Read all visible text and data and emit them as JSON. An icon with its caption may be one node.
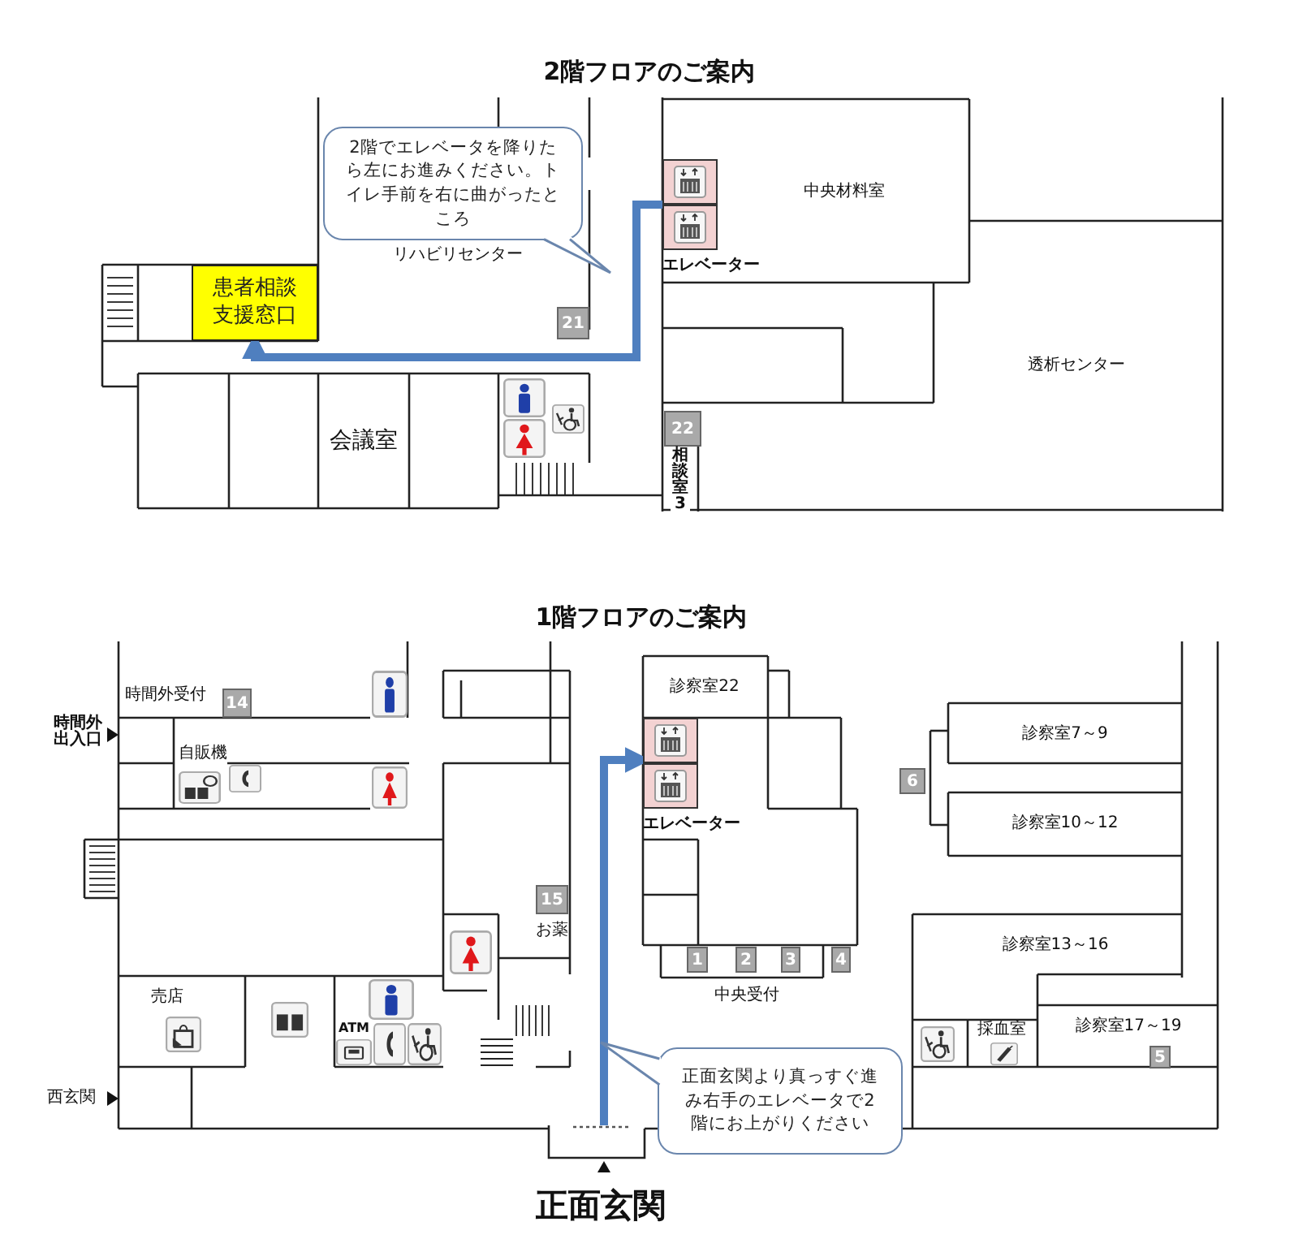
{
  "diagram": {
    "nodes": [
      {
        "text": [
          "2階でエレベータを降りたら左にお進みください。トイレ手前を右に曲がったところ"
        ]
      },
      {
        "text": [
          "エレベーター"
        ]
      },
      {
        "text": [
          "患者相談支援窓口"
        ]
      },
      {
        "text": [
          "エレベーター"
        ]
      },
      {
        "text": [
          "正面玄関より真っすぐ進み右手のエレベータで2階にお上がりください"
        ]
      },
      {
        "text": [
          "正面玄関"
        ]
      }
    ],
    "edges": [
      {
        "from": 1,
        "to": 2,
        "arrow": "to"
      },
      {
        "from": 5,
        "to": 3,
        "arrow": "to"
      }
    ],
    "labels": [
      "2階フロアのご案内",
      "中央材料室",
      "リハビリセンター",
      "21",
      "透析センター",
      "会議室",
      "22",
      "相談室3",
      "1階フロアのご案内",
      "時間外受付",
      "14",
      "診察室22",
      "診察室7～9",
      "時間外出入口",
      "自販機",
      "6",
      "診察室10～12",
      "15",
      "お薬",
      "診察室13～16",
      "1",
      "2",
      "3",
      "4",
      "売店",
      "中央受付",
      "ATM",
      "採血室",
      "診察室17～19",
      "5",
      "西玄関"
    ]
  }
}
